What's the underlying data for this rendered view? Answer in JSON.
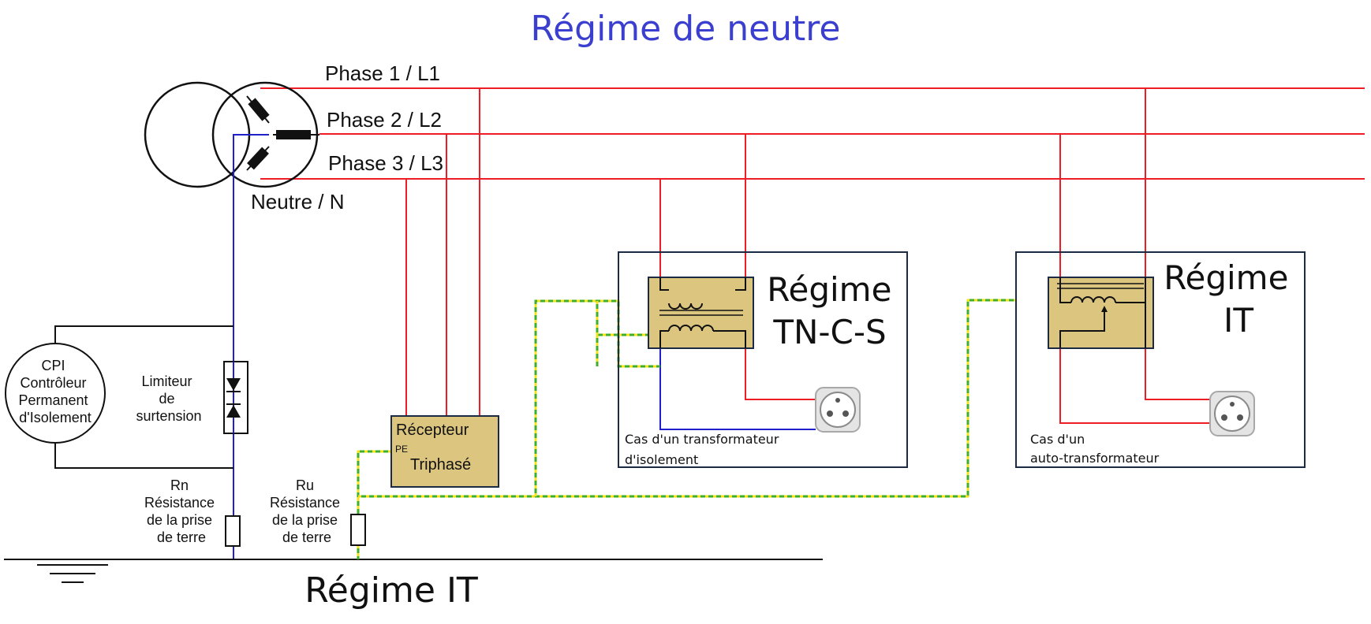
{
  "title": "Régime de neutre",
  "lines": {
    "phase1": "Phase 1 / L1",
    "phase2": "Phase 2 / L2",
    "phase3": "Phase 3 / L3",
    "neutral": "Neutre / N"
  },
  "cpi": {
    "line1": "CPI",
    "line2": "Contrôleur",
    "line3": "Permanent",
    "line4": "d'Isolement"
  },
  "limiter": {
    "line1": "Limiteur",
    "line2": "de",
    "line3": "surtension"
  },
  "rn": {
    "line1": "Rn",
    "line2": "Résistance",
    "line3": "de la prise",
    "line4": "de terre"
  },
  "ru": {
    "line1": "Ru",
    "line2": "Résistance",
    "line3": "de la prise",
    "line4": "de terre"
  },
  "receiver": {
    "line1": "Récepteur",
    "pe": "PE",
    "line2": "Triphasé"
  },
  "tncs_box": {
    "title1": "Régime",
    "title2": "TN-C-S",
    "caption1": "Cas d'un transformateur",
    "caption2": "d'isolement"
  },
  "it_box": {
    "title1": "Régime",
    "title2": "IT",
    "caption1": "Cas d'un",
    "caption2": "auto-transformateur"
  },
  "bottom_label": "Régime IT",
  "colors": {
    "title": "#3b3fcf",
    "phase": "#ee1c25",
    "neutral": "#1f1fcc",
    "pe_green": "#3fae2a",
    "pe_yellow": "#f4e21a",
    "transformer_fill": "#dcc57e",
    "box_border": "#1d2a44"
  }
}
